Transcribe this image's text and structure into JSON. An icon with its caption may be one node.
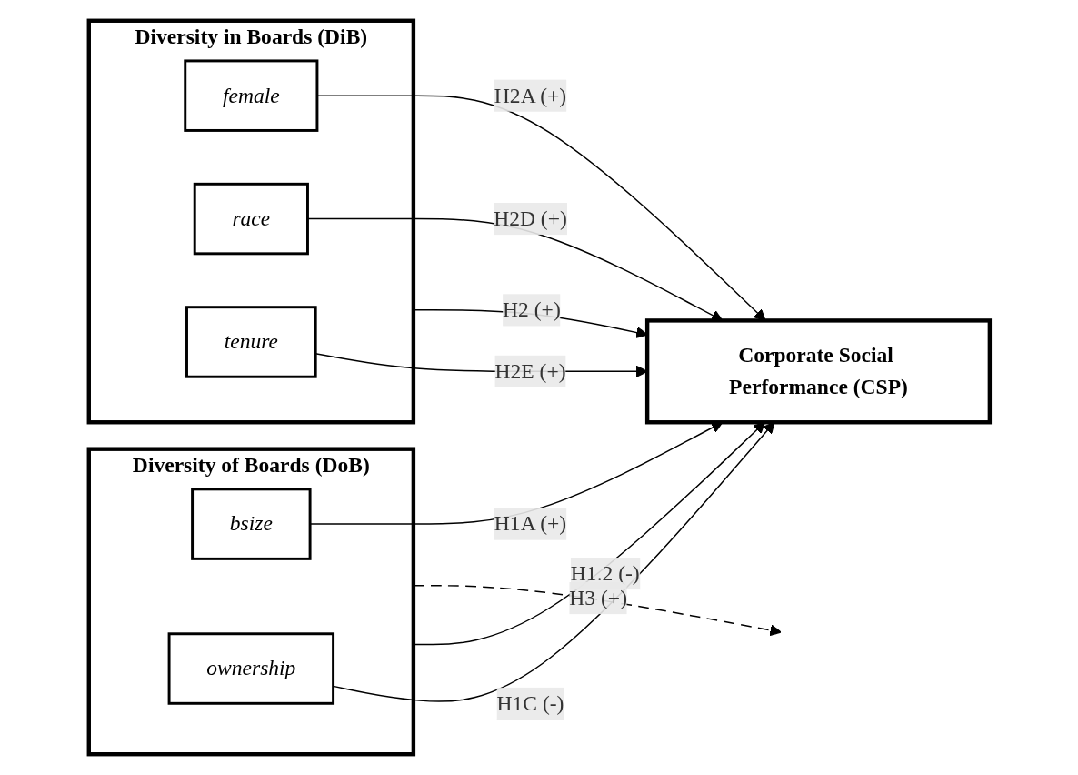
{
  "diagram": {
    "nodes": [
      {
        "text": [
          "Diversity of Boards (DoB)"
        ]
      },
      {
        "text": [
          "bsize"
        ],
        "in": 0
      },
      {
        "text": [
          "ownership"
        ],
        "in": 0
      },
      {
        "text": [
          "Diversity in Boards (DiB)"
        ]
      },
      {
        "text": [
          "female"
        ],
        "in": 3
      },
      {
        "text": [
          "race"
        ],
        "in": 3
      },
      {
        "text": [
          "tenure"
        ],
        "in": 3
      },
      {
        "text": [
          "Corporate Social Performance (CSP)"
        ]
      }
    ],
    "edges": [
      {
        "from": 0,
        "to": 7,
        "arrow": "to",
        "label": "H1.2 (-)"
      },
      {
        "from": 1,
        "to": 7,
        "arrow": "to",
        "label": "H1A (+)"
      },
      {
        "from": 2,
        "to": 7,
        "arrow": "to",
        "label": "H1C (-)"
      },
      {
        "from": 4,
        "to": 7,
        "arrow": "to",
        "label": "H2A (+)"
      },
      {
        "from": 5,
        "to": 7,
        "arrow": "to",
        "label": "H2D (+)"
      },
      {
        "from": 6,
        "to": 7,
        "arrow": "to",
        "label": "H2E (+)"
      },
      {
        "from": 0,
        "to": null,
        "arrow": "to",
        "label": "H3 (+)",
        "style": "dashed"
      },
      {
        "from": 3,
        "to": 7,
        "arrow": "to",
        "label": "H2 (+)"
      }
    ]
  }
}
